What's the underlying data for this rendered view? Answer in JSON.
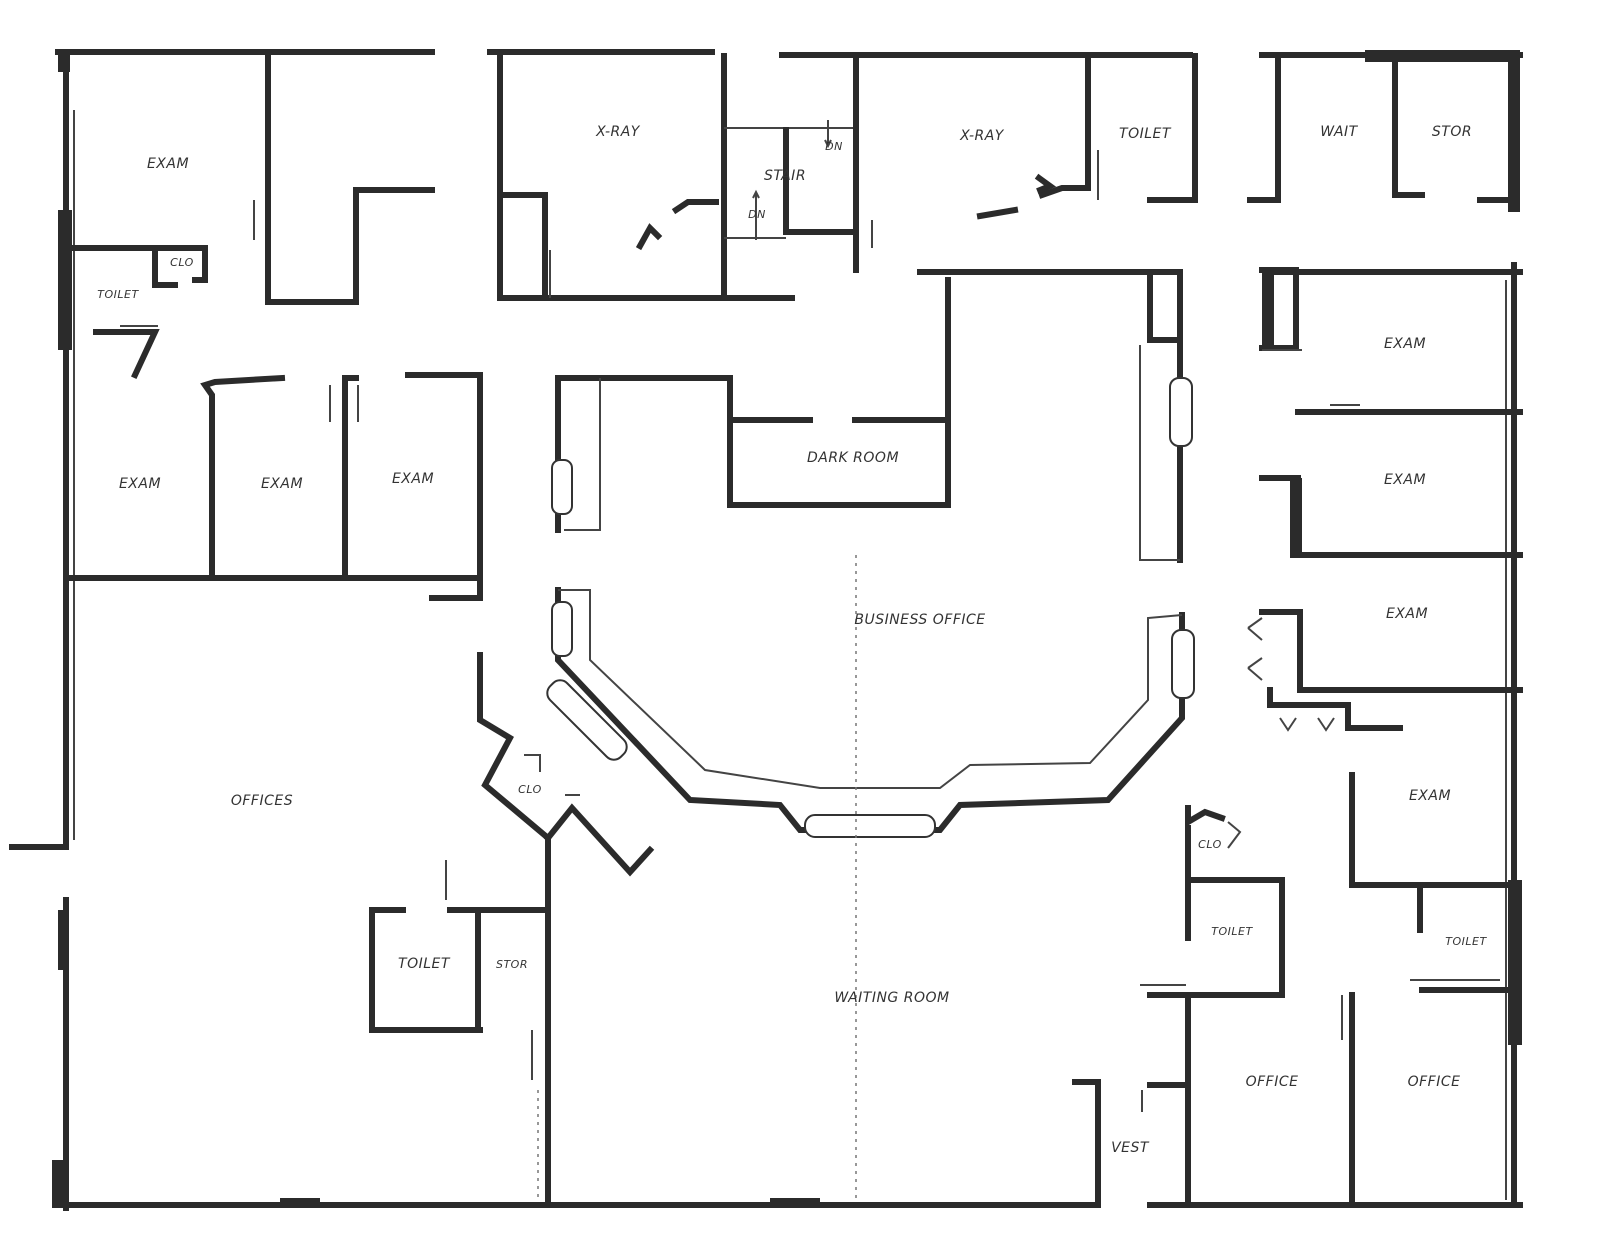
{
  "rooms": {
    "exam_nw": "EXAM",
    "toilet_nw": "TOILET",
    "clo_nw": "CLO",
    "exam_w1": "EXAM",
    "exam_w2": "EXAM",
    "exam_w3": "EXAM",
    "xray_1": "X-RAY",
    "stair": "STAIR",
    "stair_dn_1": "DN",
    "stair_dn_2": "DN",
    "xray_2": "X-RAY",
    "toilet_n": "TOILET",
    "wait": "WAIT",
    "stor_ne": "STOR",
    "dark_room": "DARK ROOM",
    "business_office": "BUSINESS OFFICE",
    "exam_e1": "EXAM",
    "exam_e2": "EXAM",
    "exam_e3": "EXAM",
    "exam_e4": "EXAM",
    "offices": "OFFICES",
    "clo_center": "CLO",
    "toilet_sw": "TOILET",
    "stor_sw": "STOR",
    "waiting_room": "WAITING ROOM",
    "clo_se": "CLO",
    "toilet_se1": "TOILET",
    "toilet_se2": "TOILET",
    "office_1": "OFFICE",
    "office_2": "OFFICE",
    "vest": "VEST"
  },
  "colors": {
    "wall": "#2b2b2b",
    "background": "#ffffff"
  }
}
